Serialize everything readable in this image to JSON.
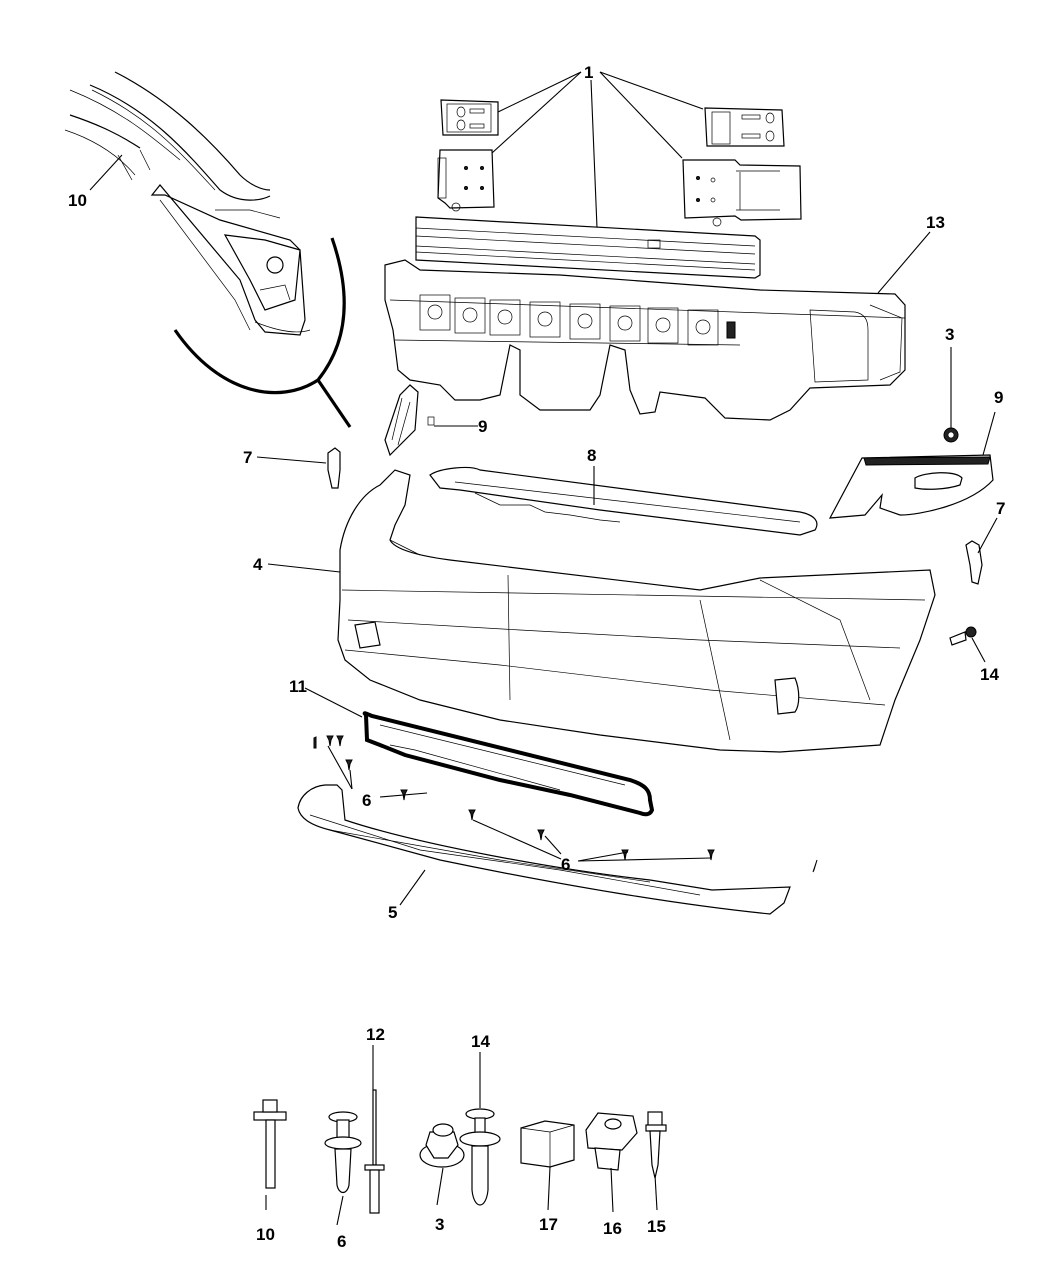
{
  "diagram": {
    "title": "Front Bumper Fascia Exploded View",
    "callouts": {
      "c1": "1",
      "c10_top": "10",
      "c13": "13",
      "c3_right": "3",
      "c9_left": "9",
      "c9_right": "9",
      "c7_left": "7",
      "c7_right": "7",
      "c8": "8",
      "c4": "4",
      "c14_right": "14",
      "c11": "11",
      "c6_left": "6",
      "c6_right": "6",
      "c5": "5"
    },
    "fasteners": [
      {
        "label": "10",
        "part": "bolt"
      },
      {
        "label": "6",
        "part": "push-pin-retainer"
      },
      {
        "label": "12",
        "part": "rivet"
      },
      {
        "label": "3",
        "part": "flange-nut"
      },
      {
        "label": "14",
        "part": "push-pin-retainer"
      },
      {
        "label": "17",
        "part": "foam-block"
      },
      {
        "label": "16",
        "part": "u-nut"
      },
      {
        "label": "15",
        "part": "screw"
      }
    ]
  }
}
